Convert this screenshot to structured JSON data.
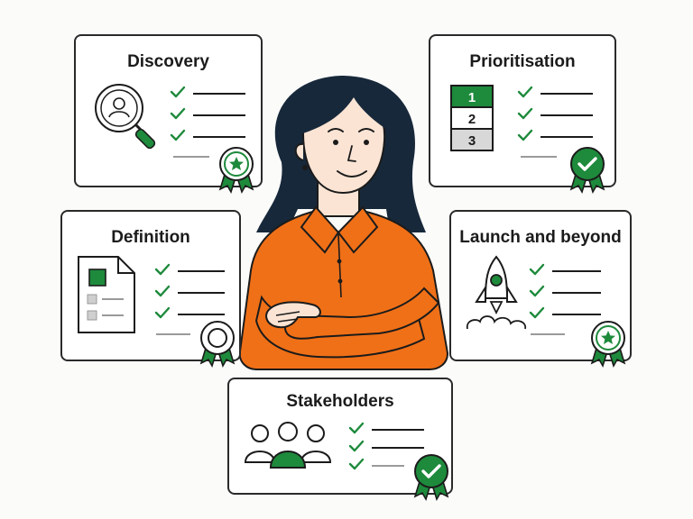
{
  "cards": {
    "discovery": {
      "title": "Discovery",
      "icon": "magnifier-user-icon",
      "badge": "star-ribbon-icon"
    },
    "prioritisation": {
      "title": "Prioritisation",
      "icon": "ranked-list-icon",
      "ranks": [
        "1",
        "2",
        "3"
      ],
      "badge": "check-ribbon-icon"
    },
    "definition": {
      "title": "Definition",
      "icon": "document-icon",
      "badge": "circle-ribbon-icon"
    },
    "launch": {
      "title": "Launch and beyond",
      "icon": "rocket-icon",
      "badge": "star-ribbon-icon"
    },
    "stakeholders": {
      "title": "Stakeholders",
      "icon": "people-group-icon",
      "badge": "check-ribbon-icon"
    }
  },
  "colors": {
    "accent": "#1e8a3c",
    "shirt": "#f07017",
    "hair": "#17283a",
    "skin": "#fbe4d4",
    "ink": "#1b1b1b"
  }
}
